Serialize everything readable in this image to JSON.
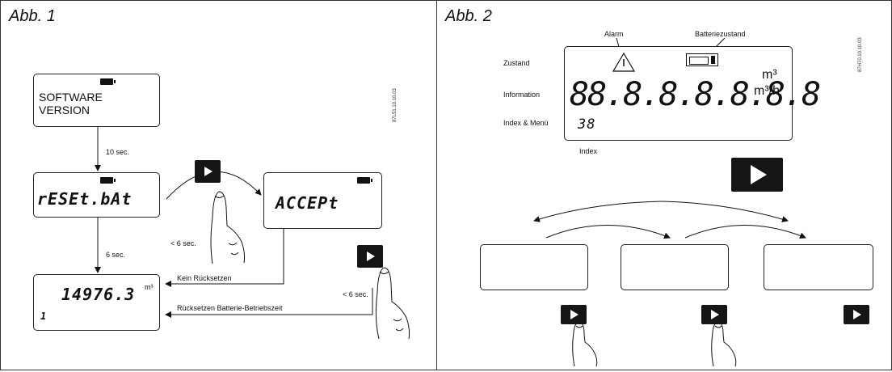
{
  "fig1": {
    "title": "Abb. 1",
    "lcd_software": {
      "line1": "SOFTWARE",
      "line2": "VERSION"
    },
    "lcd_reset": "rESEt.bAt",
    "lcd_accept": "ACCEPt",
    "lcd_value": "14976.3",
    "lcd_unit": "m³",
    "lcd_index": "1",
    "label_10sec": "10 sec.",
    "label_6sec": "6 sec.",
    "label_lt6_top": "< 6 sec.",
    "label_lt6_bottom": "< 6 sec.",
    "label_kein": "Kein Rücksetzen",
    "label_ruecksetzen": "Rücksetzen Batterie-Betriebszeit",
    "code": "87L51.10.10.03"
  },
  "fig2": {
    "title": "Abb. 2",
    "label_alarm": "Alarm",
    "label_batterie": "Batteriezustand",
    "label_zustand": "Zustand",
    "label_information": "Information",
    "label_index_menu": "Index & Menü",
    "label_index": "Index",
    "display_digits": "88.8.8.8.8.8.8",
    "display_index": "38",
    "unit_m3": "m³",
    "unit_m3h": "m³/h",
    "code": "87H70.10.10.03"
  },
  "icons": {
    "play": "play-button-icon",
    "finger": "finger-press-icon",
    "battery": "battery-icon",
    "alarm": "alarm-triangle-icon"
  }
}
